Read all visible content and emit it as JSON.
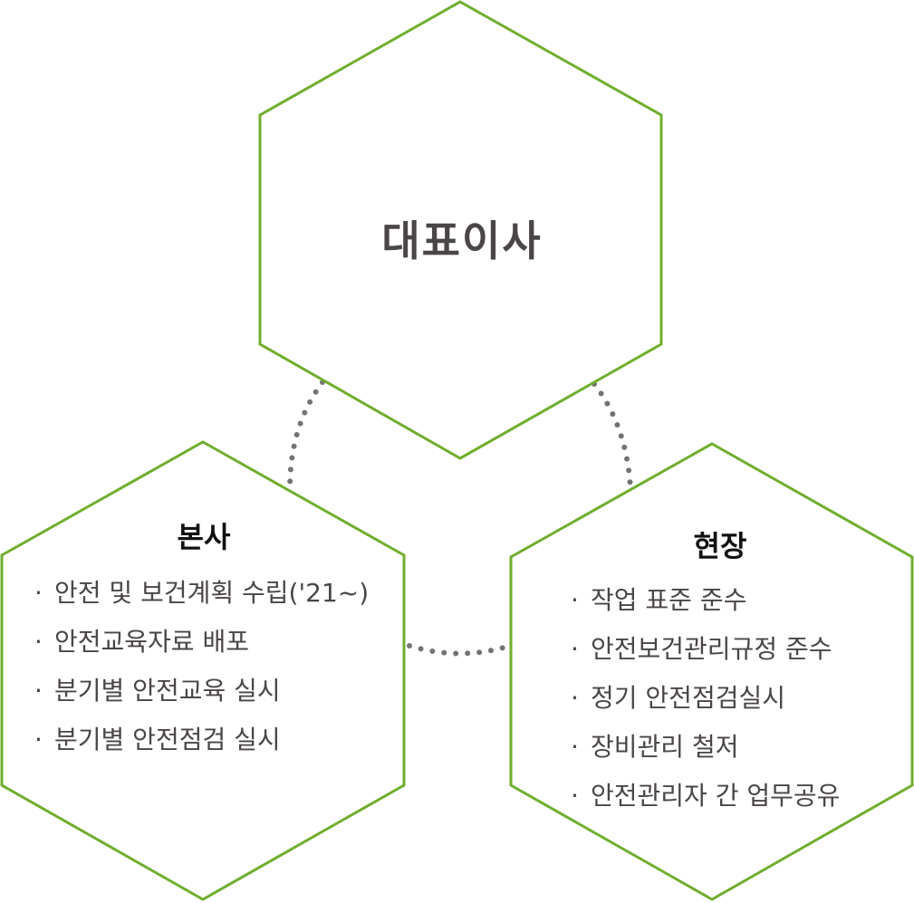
{
  "colors": {
    "hexagon_stroke": "#6fae2e",
    "connector_dots": "#737373",
    "heading_dark": "#4a4546",
    "heading_node": "#111111",
    "item_text": "#4a4546"
  },
  "top": {
    "title": "대표이사"
  },
  "left": {
    "title": "본사",
    "bullet": "·",
    "items": [
      "안전 및 보건계획 수립('21~)",
      "안전교육자료 배포",
      "분기별 안전교육 실시",
      "분기별 안전점검 실시"
    ]
  },
  "right": {
    "title": "현장",
    "bullet": "·",
    "items": [
      "작업 표준 준수",
      "안전보건관리규정 준수",
      "정기 안전점검실시",
      "장비관리 철저",
      "안전관리자 간 업무공유"
    ]
  }
}
